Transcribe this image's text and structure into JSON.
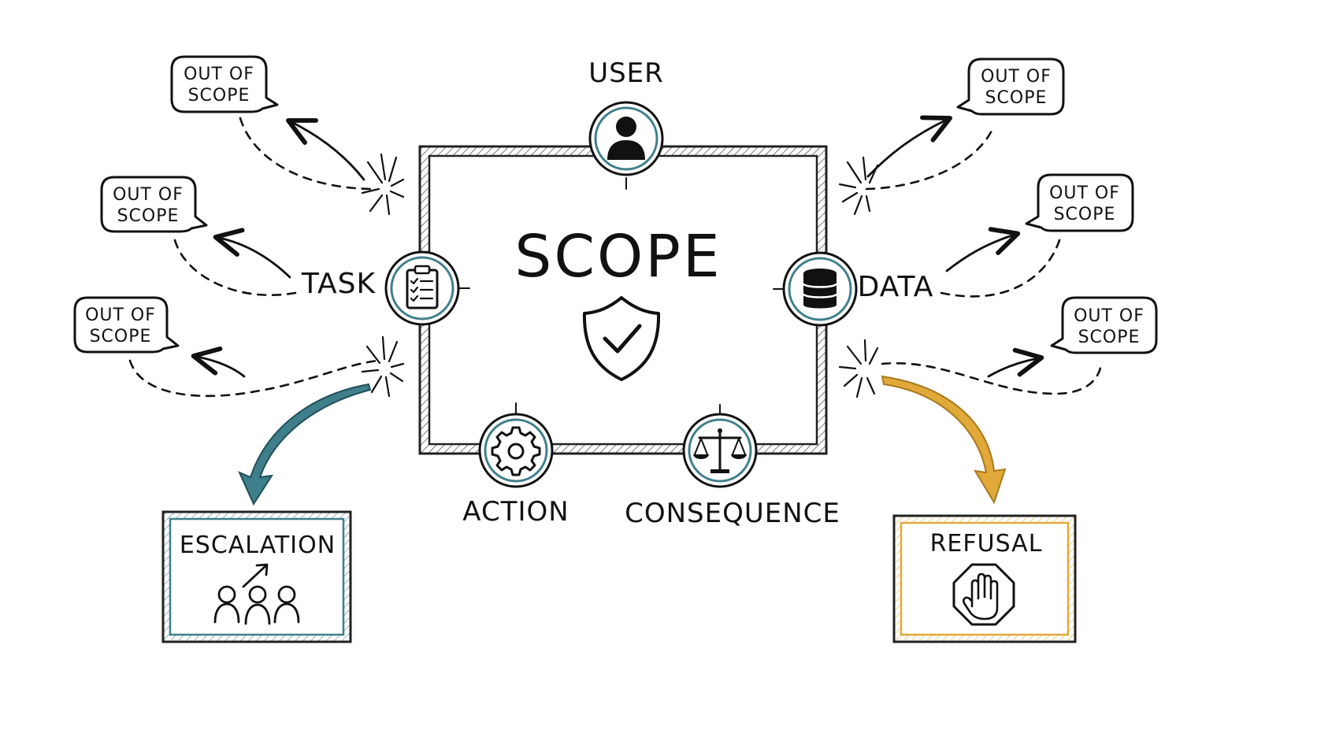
{
  "center": {
    "title": "SCOPE"
  },
  "nodes": {
    "user": {
      "label": "USER",
      "icon": "user-icon"
    },
    "task": {
      "label": "TASK",
      "icon": "clipboard-checklist-icon"
    },
    "data": {
      "label": "DATA",
      "icon": "database-icon"
    },
    "action": {
      "label": "ACTION",
      "icon": "gear-icon"
    },
    "consequence": {
      "label": "CONSEQUENCE",
      "icon": "scales-icon"
    }
  },
  "bubbles": [
    {
      "line1": "OUT OF",
      "line2": "SCOPE"
    },
    {
      "line1": "OUT OF",
      "line2": "SCOPE"
    },
    {
      "line1": "OUT OF",
      "line2": "SCOPE"
    },
    {
      "line1": "OUT OF",
      "line2": "SCOPE"
    },
    {
      "line1": "OUT OF",
      "line2": "SCOPE"
    },
    {
      "line1": "OUT OF",
      "line2": "SCOPE"
    }
  ],
  "outcomes": {
    "escalation": {
      "label": "ESCALATION",
      "icon": "people-escalate-icon",
      "color": "#3f7f8c"
    },
    "refusal": {
      "label": "REFUSAL",
      "icon": "stop-hand-icon",
      "color": "#e0a93a"
    }
  },
  "colors": {
    "ink": "#111111",
    "teal": "#3f7f8c",
    "gold": "#e0a93a"
  }
}
